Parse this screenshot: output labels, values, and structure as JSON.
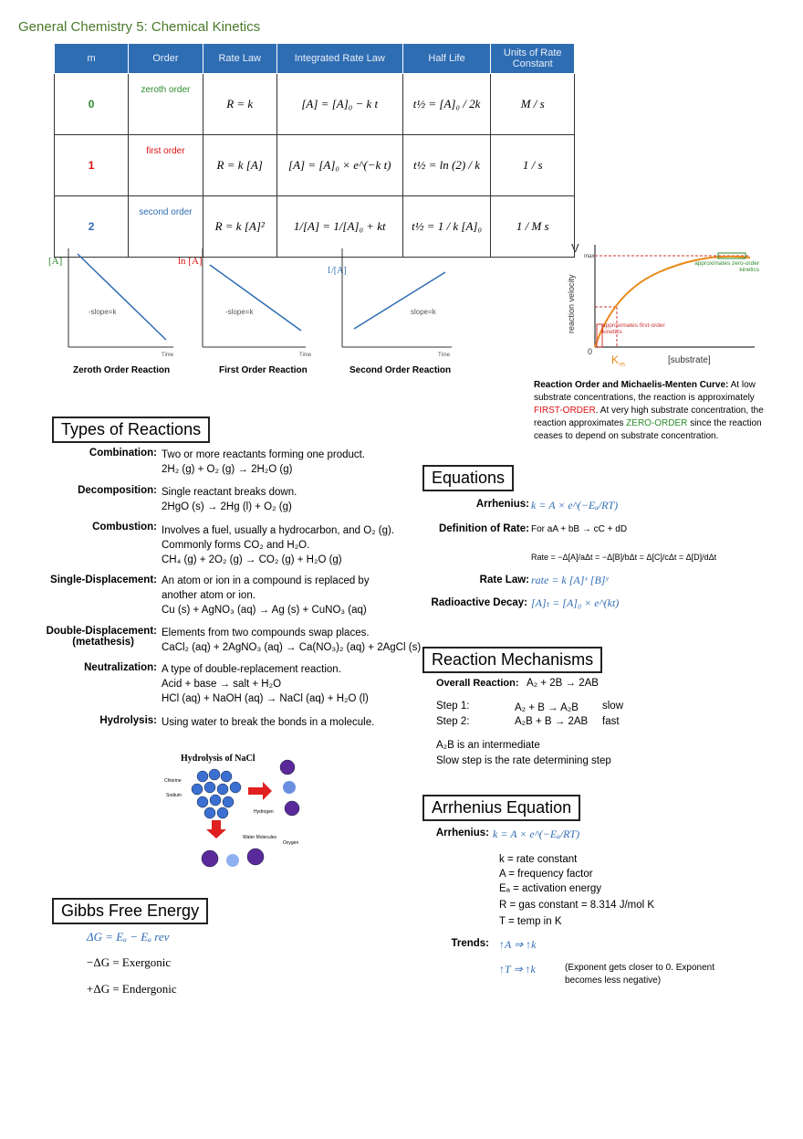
{
  "title": "General Chemistry 5: Chemical Kinetics",
  "table": {
    "headers": [
      "m",
      "Order",
      "Rate Law",
      "Integrated Rate Law",
      "Half Life",
      "Units of Rate Constant"
    ],
    "rows": [
      {
        "m": "0",
        "order": "zeroth order",
        "rate_law": "R = k",
        "integrated": "[A] = [A]₀ − k t",
        "half_life": "t½ = [A]₀ / 2k",
        "units": "M / s",
        "color": "#2e8b2e"
      },
      {
        "m": "1",
        "order": "first order",
        "rate_law": "R = k [A]",
        "integrated": "[A] = [A]₀ × e^(−k t)",
        "half_life": "t½ = ln (2) / k",
        "units": "1 / s",
        "color": "#d11"
      },
      {
        "m": "2",
        "order": "second order",
        "rate_law": "R = k [A]²",
        "integrated": "1/[A] = 1/[A]₀ + kt",
        "half_life": "t½ = 1 / k [A]₀",
        "units": "1 / M s",
        "color": "#2f6db3"
      }
    ]
  },
  "graphs": [
    {
      "ylabel": "[A]",
      "slope": "-slope=k",
      "xlabel": "Time",
      "caption": "Zeroth Order Reaction",
      "color": "#2e8b2e"
    },
    {
      "ylabel": "ln [A]",
      "slope": "-slope=k",
      "xlabel": "Time",
      "caption": "First Order Reaction",
      "color": "#d11"
    },
    {
      "ylabel": "1/[A]",
      "slope": "slope=k",
      "xlabel": "Time",
      "caption": "Second Order Reaction",
      "color": "#2f6db3"
    }
  ],
  "mm_curve": {
    "y_axis": "reaction velocity",
    "v": "V",
    "vmax": "max",
    "x_axis": "[substrate]",
    "zero_label": "approximates zero-order kinetics",
    "first_label": "approximates first-order kinetics",
    "origin": "0",
    "km": "K",
    "km_sub": "m",
    "caption_bold": "Reaction Order and Michaelis-Menten Curve:",
    "caption_1": "At low substrate concentrations, the reaction is approximately",
    "caption_first": "FIRST-ORDER",
    "caption_2": ". At very high substrate concentration, the reaction approximates",
    "caption_zero": "ZERO-ORDER",
    "caption_3": "since the reaction ceases to depend on substrate concentration."
  },
  "types": {
    "heading": "Types of Reactions",
    "items": [
      {
        "label": "Combination:",
        "lines": [
          "Two or more reactants forming one product.",
          "2H₂ (g) + O₂ (g) → 2H₂O (g)"
        ]
      },
      {
        "label": "Decomposition:",
        "lines": [
          "Single reactant breaks down.",
          "2HgO (s) → 2Hg (l) + O₂ (g)"
        ]
      },
      {
        "label": "Combustion:",
        "lines": [
          "Involves a fuel, usually a hydrocarbon, and O₂ (g).",
          "Commonly forms CO₂ and H₂O.",
          "CH₄ (g) + 2O₂ (g) → CO₂ (g) + H₂O (g)"
        ]
      },
      {
        "label": "Single-Displacement:",
        "lines": [
          "An atom or ion in a compound is replaced by",
          "another atom or ion.",
          "Cu (s) + AgNO₃ (aq) → Ag (s) + CuNO₃ (aq)"
        ]
      },
      {
        "label": "Double-Displacement:",
        "label2": "(metathesis)",
        "lines": [
          "Elements from two compounds swap places.",
          "CaCl₂ (aq) + 2AgNO₃ (aq) → Ca(NO₃)₂ (aq) + 2AgCl (s)"
        ]
      },
      {
        "label": "Neutralization:",
        "lines": [
          "A type of double-replacement reaction.",
          "Acid + base → salt + H₂O",
          "HCl (aq) + NaOH (aq) → NaCl (aq) + H₂O (l)"
        ]
      },
      {
        "label": "Hydrolysis:",
        "lines": [
          "Using water to break the bonds in a molecule."
        ]
      }
    ]
  },
  "hydrolysis_img": {
    "title": "Hydrolysis of NaCl",
    "chlorine": "Chlorine",
    "sodium": "Sodium",
    "hydrogen": "Hydrogen",
    "water": "Water Molecules",
    "oxygen": "Oxygen"
  },
  "gibbs": {
    "heading": "Gibbs Free Energy",
    "eq1": "ΔG = Eₐ − Eₐ rev",
    "eq2": "−ΔG = Exergonic",
    "eq3": "+ΔG = Endergonic"
  },
  "equations": {
    "heading": "Equations",
    "arrhenius_label": "Arrhenius:",
    "arrhenius": "k = A × e^(−Eₐ/RT)",
    "rate_def_label": "Definition of Rate:",
    "rate_def": "For aA + bB → cC + dD",
    "rate_expr": "Rate = −Δ[A]/aΔt = −Δ[B]/bΔt = Δ[C]/cΔt = Δ[D]/dΔt",
    "rate_law_label": "Rate Law:",
    "rate_law": "rate = k [A]ˣ [B]ʸ",
    "decay_label": "Radioactive Decay:",
    "decay": "[A]ₜ = [A]₀ × e^(kt)"
  },
  "mechanisms": {
    "heading": "Reaction Mechanisms",
    "overall_label": "Overall Reaction:",
    "overall": "A₂ + 2B → 2AB",
    "step1_label": "Step 1:",
    "step1": "A₂ + B → A₂B",
    "step1_speed": "slow",
    "step2_label": "Step 2:",
    "step2": "A₂B + B → 2AB",
    "step2_speed": "fast",
    "note1": "A₂B is an intermediate",
    "note2": "Slow step is the rate determining step"
  },
  "arrhenius_eq": {
    "heading": "Arrhenius Equation",
    "label": "Arrhenius:",
    "formula": "k = A × e^(−Eₐ/RT)",
    "defs": [
      "k = rate constant",
      "A = frequency factor",
      "Eₐ = activation energy",
      "R = gas constant = 8.314 J/mol K",
      "T = temp in K"
    ],
    "trends_label": "Trends:",
    "trend1": "↑A ⇒ ↑k",
    "trend2": "↑T ⇒ ↑k",
    "trend2_note": "(Exponent gets closer to 0. Exponent becomes less negative)"
  }
}
